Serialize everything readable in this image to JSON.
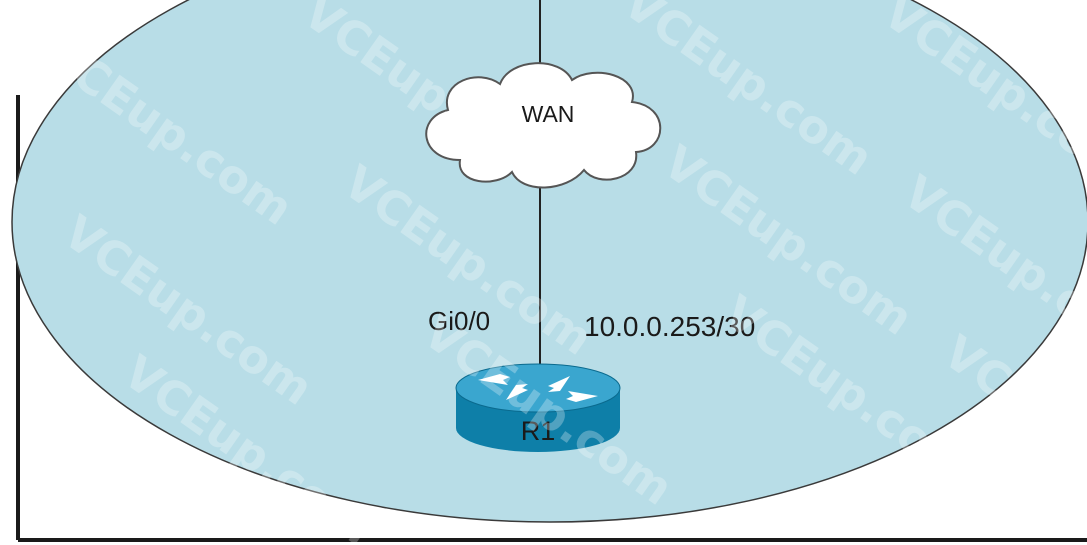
{
  "diagram": {
    "wan_cloud": {
      "label": "WAN"
    },
    "router": {
      "label": "R1"
    },
    "interface": {
      "label": "Gi0/0"
    },
    "ip_address": {
      "label": "10.0.0.253/30"
    },
    "watermark": {
      "text": "VCEup.com"
    }
  },
  "colors": {
    "ellipse_fill": "#b8dde7",
    "router_body": "#0e7fa8",
    "router_top": "#3aa6cf",
    "link_line": "#222222",
    "border": "#1a1a1a"
  }
}
